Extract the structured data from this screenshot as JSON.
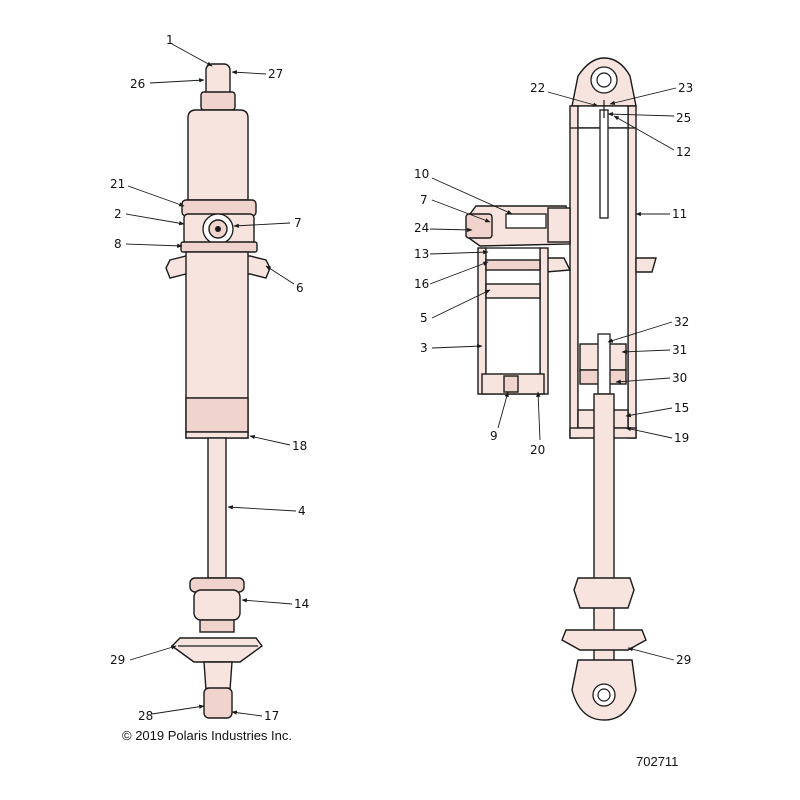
{
  "callouts": {
    "c1": "1",
    "c26": "26",
    "c27": "27",
    "c21": "21",
    "c2": "2",
    "c7a": "7",
    "c8": "8",
    "c6": "6",
    "c18": "18",
    "c4": "4",
    "c14": "14",
    "c29a": "29",
    "c28": "28",
    "c17": "17",
    "c22": "22",
    "c23": "23",
    "c25": "25",
    "c12": "12",
    "c10": "10",
    "c7b": "7",
    "c11": "11",
    "c24": "24",
    "c13": "13",
    "c16": "16",
    "c5": "5",
    "c32": "32",
    "c3": "3",
    "c31": "31",
    "c30": "30",
    "c15": "15",
    "c19": "19",
    "c9": "9",
    "c20": "20",
    "c29b": "29"
  },
  "copyright": "© 2019 Polaris Industries Inc.",
  "figure_number": "702711"
}
